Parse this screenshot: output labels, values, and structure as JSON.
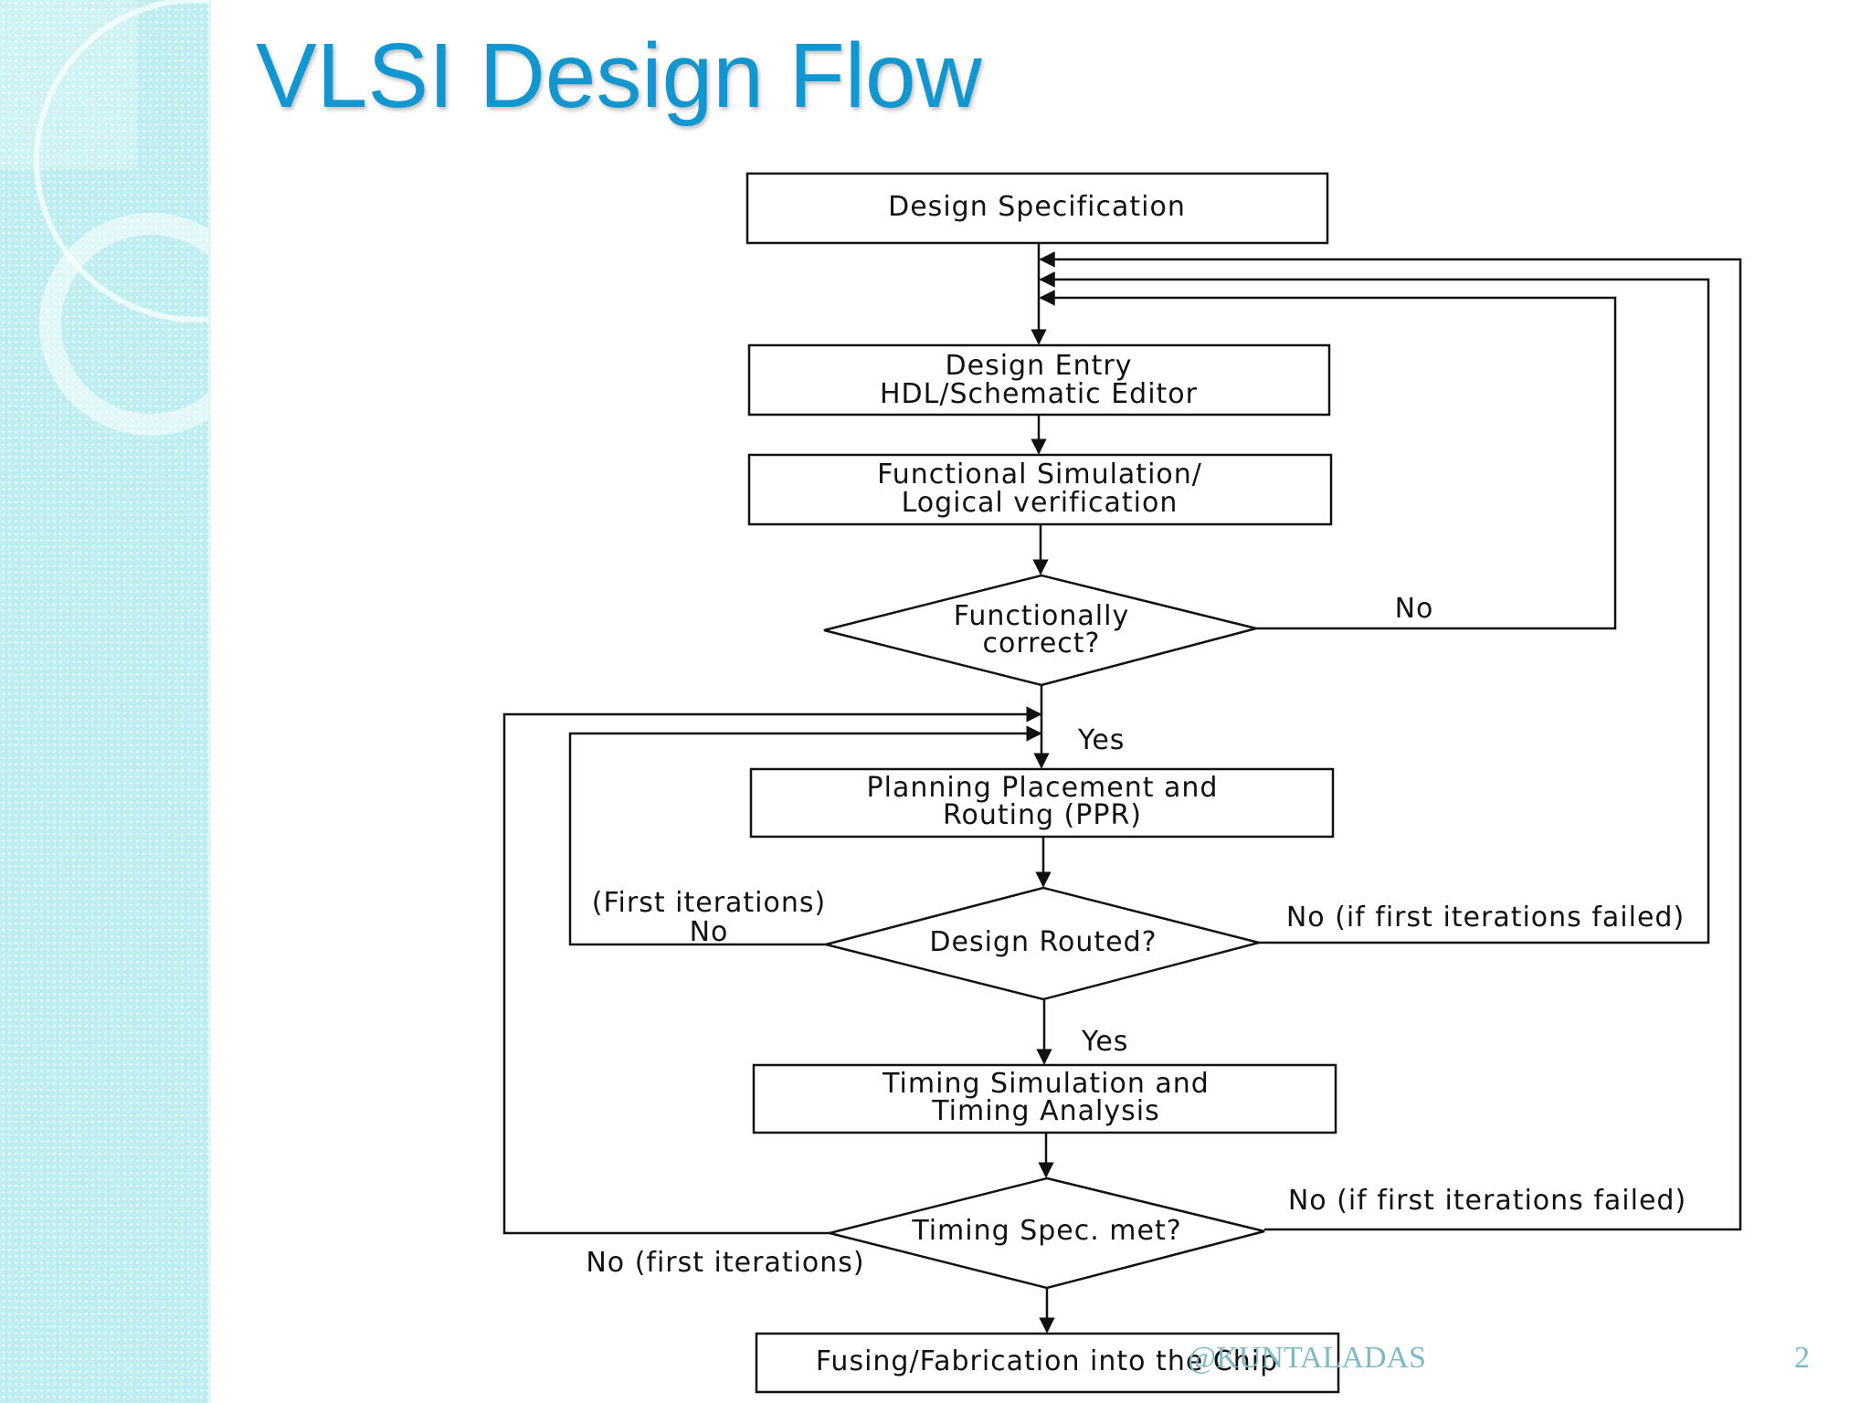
{
  "slide": {
    "title": "VLSI Design Flow",
    "footer": "@KUNTALADAS",
    "number": "2"
  },
  "flowchart": {
    "steps": {
      "design_spec": [
        "Design Specification"
      ],
      "design_entry": [
        "Design Entry",
        "HDL/Schematic Editor"
      ],
      "functional_sim": [
        "Functional Simulation/",
        "Logical verification"
      ],
      "ppr": [
        "Planning Placement and",
        "Routing (PPR)"
      ],
      "timing_sim": [
        "Timing Simulation and",
        "Timing Analysis"
      ],
      "fabrication": [
        "Fusing/Fabrication into the Chip"
      ]
    },
    "decisions": {
      "functionally_correct": [
        "Functionally",
        "correct?"
      ],
      "design_routed": [
        "Design Routed?"
      ],
      "timing_met": [
        "Timing Spec. met?"
      ]
    },
    "labels": {
      "func_no": "No",
      "func_yes": "Yes",
      "routed_no_first_1": "(First iterations)",
      "routed_no_first_2": "No",
      "routed_no_failed": "No (if first iterations failed)",
      "routed_yes": "Yes",
      "timing_no_failed": "No (if first iterations failed)",
      "timing_no_first": "No (first iterations)"
    }
  }
}
